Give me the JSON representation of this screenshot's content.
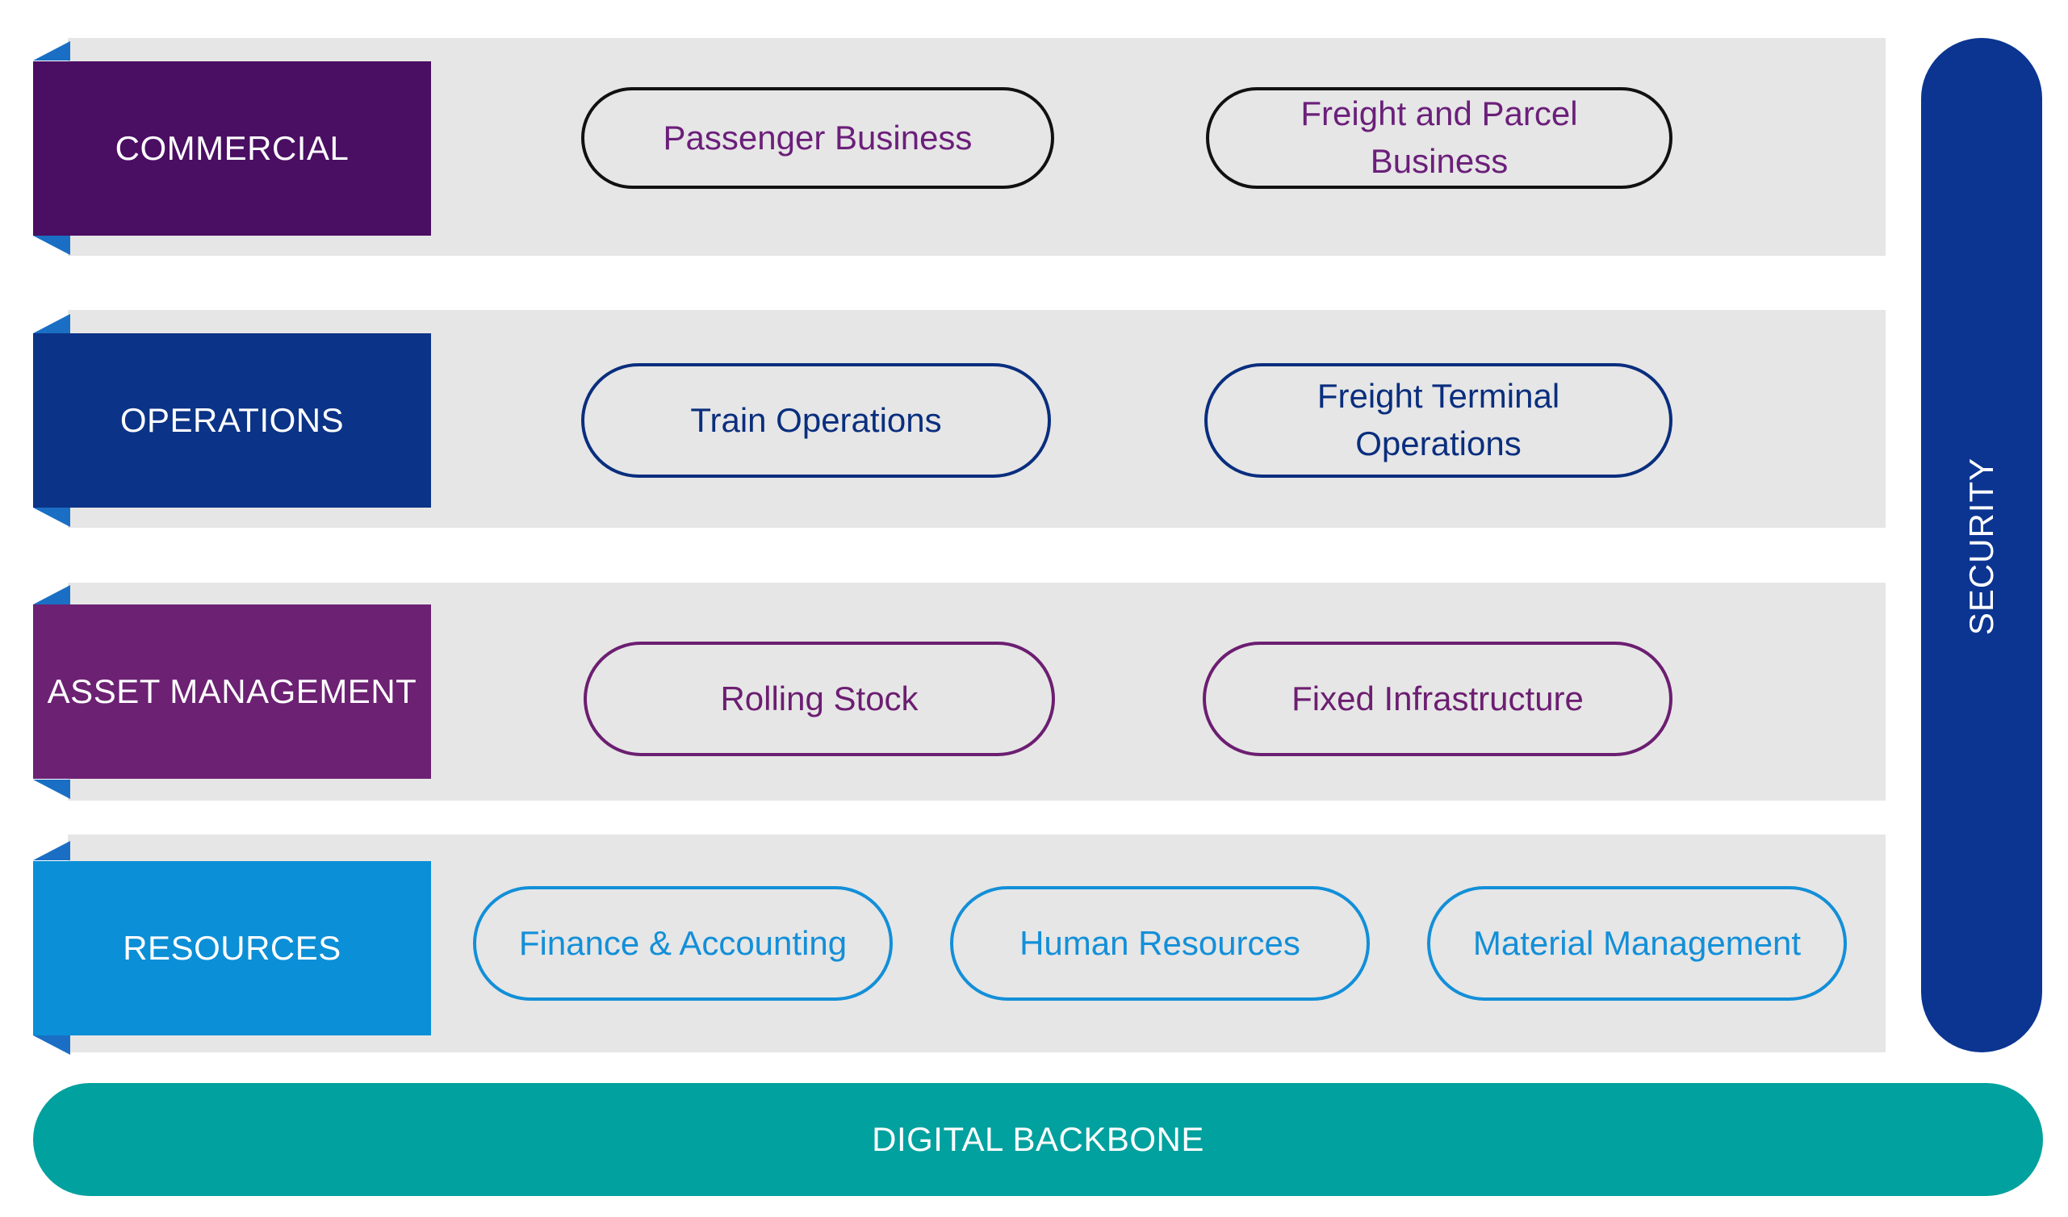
{
  "layers": [
    {
      "label": "COMMERCIAL",
      "color": "#4a0e63",
      "fold_color": "#1a6fc4",
      "items": [
        "Passenger Business",
        "Freight and Parcel Business"
      ]
    },
    {
      "label": "OPERATIONS",
      "color": "#0b3387",
      "fold_color": "#1a6fc4",
      "items": [
        "Train Operations",
        "Freight Terminal Operations"
      ]
    },
    {
      "label": "ASSET MANAGEMENT",
      "color": "#6c2173",
      "fold_color": "#1a6fc4",
      "items": [
        "Rolling Stock",
        "Fixed Infrastructure"
      ]
    },
    {
      "label": "RESOURCES",
      "color": "#0b8fd6",
      "fold_color": "#1a6fc4",
      "items": [
        "Finance & Accounting",
        "Human Resources",
        "Material Management"
      ]
    }
  ],
  "security": {
    "label": "SECURITY",
    "color": "#0b3591"
  },
  "backbone": {
    "label": "DIGITAL BACKBONE",
    "color": "#00a19e"
  }
}
